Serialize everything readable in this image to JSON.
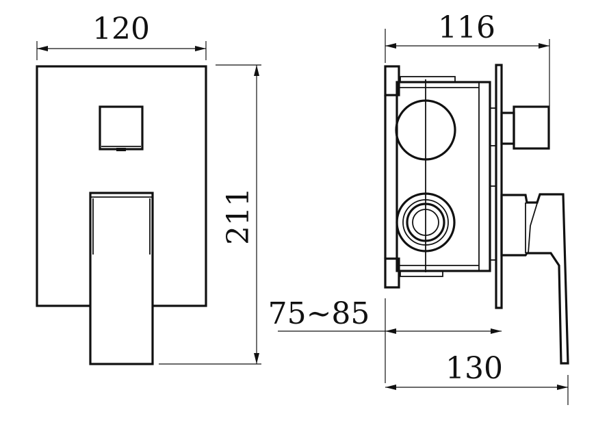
{
  "drawing": {
    "front_view": {
      "width_label": "120",
      "height_label": "211"
    },
    "side_view": {
      "depth_label": "116",
      "wall_label": "75~85",
      "total_label": "130"
    },
    "colors": {
      "line": "#111111",
      "background": "#ffffff"
    }
  }
}
